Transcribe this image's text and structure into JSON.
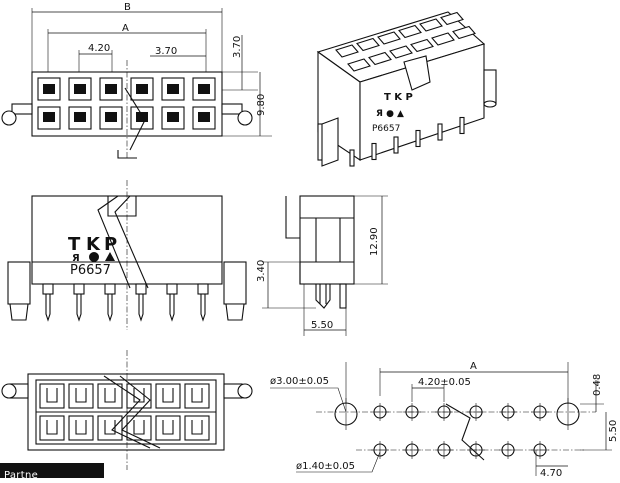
{
  "dimensions": {
    "b": "B",
    "a": "A",
    "pitch": "4.20",
    "row_pitch": "3.70",
    "pin_offset": "3.70",
    "depth": "9.80",
    "height": "12.90",
    "pin_len": "3.40",
    "width": "5.50"
  },
  "marking": {
    "brand": [
      "T",
      "K",
      "P"
    ],
    "ul": "Я",
    "part_no": "P6657"
  },
  "pcb_layout": {
    "a": "A",
    "peg_hole": "ø3.00±0.05",
    "pitch": "4.20±0.05",
    "offset_top": "0.48",
    "row_spacing": "5.50",
    "pin_hole": "ø1.40±0.05",
    "edge_to_pin": "4.70"
  },
  "corner_label": "Partne"
}
